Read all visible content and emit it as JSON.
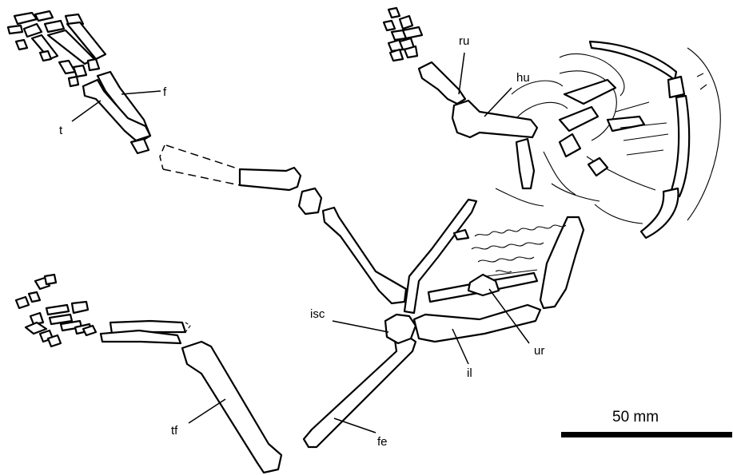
{
  "labels": {
    "ru": "ru",
    "hu": "hu",
    "f": "f",
    "t": "t",
    "isc": "isc",
    "ur": "ur",
    "il": "il",
    "fe": "fe",
    "tf": "tf"
  },
  "scale_bar": {
    "label": "50 mm"
  }
}
